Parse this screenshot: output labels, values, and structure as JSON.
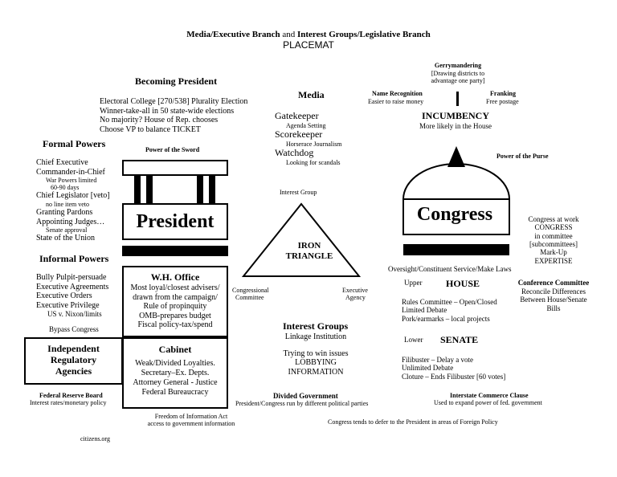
{
  "header": {
    "title_part1": "Media/Executive Branch",
    "title_and": " and ",
    "title_part2": "Interest Groups/Legislative Branch",
    "subtitle": "PLACEMAT"
  },
  "becoming_president": {
    "heading": "Becoming President",
    "lines": [
      "Electoral College [270/538] Plurality Election",
      "Winner-take-all in 50 state-wide elections",
      "No majority? House of Rep. chooses",
      "Choose VP to balance TICKET"
    ]
  },
  "formal_powers": {
    "heading": "Formal Powers",
    "items": [
      {
        "text": "Chief Executive",
        "sub": false
      },
      {
        "text": "Commander-in-Chief",
        "sub": false
      },
      {
        "text": "War Powers limited",
        "sub": true
      },
      {
        "text": "60-90 days",
        "sub": true
      },
      {
        "text": "Chief Legislator [veto]",
        "sub": false
      },
      {
        "text": "no line item veto",
        "sub": true
      },
      {
        "text": "Granting Pardons",
        "sub": false
      },
      {
        "text": "Appointing Judges…",
        "sub": false
      },
      {
        "text": "Senate approval",
        "sub": true
      },
      {
        "text": "State of the Union",
        "sub": false
      }
    ]
  },
  "informal_powers": {
    "heading": "Informal Powers",
    "items": [
      {
        "text": "Bully Pulpit-persuade",
        "sub": false
      },
      {
        "text": "Executive Agreements",
        "sub": false
      },
      {
        "text": "Executive Orders",
        "sub": false
      },
      {
        "text": "Executive Privilege",
        "sub": false
      },
      {
        "text": "US v. Nixon/limits",
        "sub": true
      }
    ],
    "bypass": "Bypass Congress"
  },
  "president": {
    "sword_label": "Power of the Sword",
    "name": "President"
  },
  "wh_office": {
    "heading": "W.H. Office",
    "lines": [
      "Most loyal/closest advisers/",
      "drawn from the campaign/",
      "Rule of propinquity",
      "OMB-prepares budget",
      "Fiscal policy-tax/spend"
    ]
  },
  "cabinet": {
    "heading": "Cabinet",
    "lines": [
      "Weak/Divided Loyalties.",
      "Secretary–Ex. Depts.",
      "Attorney General - Justice",
      "Federal Bureaucracy"
    ]
  },
  "ira": {
    "lines": [
      "Independent",
      "Regulatory",
      "Agencies"
    ]
  },
  "federal_reserve": {
    "heading": "Federal Reserve Board",
    "text": "Interest rates/monetary policy"
  },
  "foia": {
    "lines": [
      "Freedom of Information Act",
      "access to government information"
    ]
  },
  "footer": {
    "source": "citizens.org"
  },
  "media": {
    "heading": "Media",
    "items": [
      {
        "text": "Gatekeeper",
        "sub": false
      },
      {
        "text": "Agenda Setting",
        "sub": true
      },
      {
        "text": "Scorekeeper",
        "sub": false
      },
      {
        "text": "Horserace Journalism",
        "sub": true
      },
      {
        "text": "Watchdog",
        "sub": false
      },
      {
        "text": "Looking for scandals",
        "sub": true
      }
    ]
  },
  "iron_triangle": {
    "top": "Interest Group",
    "line1": "IRON",
    "line2": "TRIANGLE",
    "left_lines": [
      "Congressional",
      "Committee"
    ],
    "right_lines": [
      "Executive",
      "Agency"
    ]
  },
  "interest_groups": {
    "heading": "Interest Groups",
    "lines": [
      "Linkage Institution",
      "",
      "Trying to win issues",
      "LOBBYING",
      "INFORMATION"
    ]
  },
  "divided_government": {
    "heading": "Divided Government",
    "text": "President/Congress run by different political parties"
  },
  "foreign_policy": {
    "text": "Congress tends to defer to the President in areas of Foreign Policy"
  },
  "gerrymandering": {
    "heading": "Gerrymandering",
    "lines": [
      "[Drawing districts to",
      "advantage one party]"
    ]
  },
  "name_recognition": {
    "heading": "Name Recognition",
    "text": "Easier to raise money"
  },
  "franking": {
    "heading": "Franking",
    "text": "Free postage"
  },
  "incumbency": {
    "heading": "INCUMBENCY",
    "text": "More likely in the House"
  },
  "congress": {
    "purse_label": "Power of the Purse",
    "name": "Congress",
    "oversight": "Oversight/Constituent Service/Make Laws"
  },
  "congress_at_work": {
    "lines": [
      "Congress at work",
      "CONGRESS",
      "in committee",
      "[subcommittees]",
      "Mark-Up",
      "EXPERTISE"
    ]
  },
  "conference_committee": {
    "heading": "Conference Committee",
    "lines": [
      "Reconcile Differences",
      "Between House/Senate",
      "Bills"
    ]
  },
  "house": {
    "label": "Upper",
    "heading": "HOUSE",
    "lines": [
      "Rules Committee – Open/Closed",
      "Limited Debate",
      "Pork/earmarks – local projects"
    ]
  },
  "senate": {
    "label": "Lower",
    "heading": "SENATE",
    "lines": [
      "Filibuster – Delay a vote",
      "Unlimited Debate",
      "Cloture – Ends Filibuster [60 votes]"
    ]
  },
  "interstate_commerce": {
    "heading": "Interstate Commerce Clause",
    "text": "Used to expand power of fed. government"
  }
}
